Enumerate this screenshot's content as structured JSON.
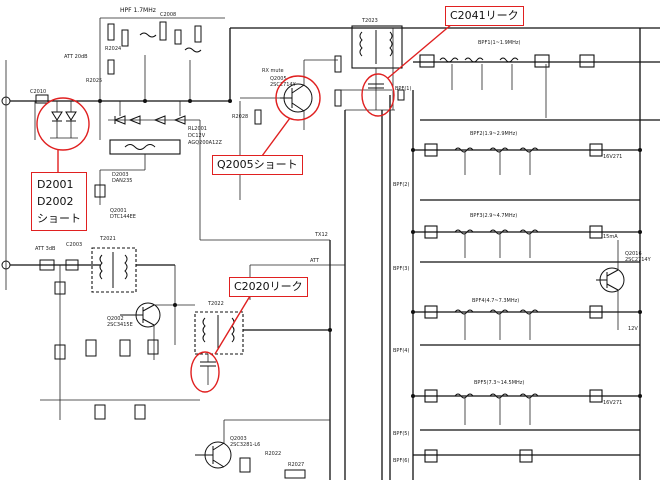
{
  "annotations": {
    "c2041": {
      "text": "C2041リーク"
    },
    "d2001": {
      "lines": [
        "D2001",
        "D2002",
        "ショート"
      ]
    },
    "q2005": {
      "text": "Q2005ショート"
    },
    "c2020": {
      "text": "C2020リーク"
    }
  },
  "schematic_labels": {
    "hpf": "HPF 1.7MHz",
    "att20": "ATT 20dB",
    "rx_mute": "RX mute",
    "q2005_part": "Q2005",
    "q2005_type": "2SC2714Y",
    "rl2001": "RL2001",
    "rl_spec": "DC12V",
    "rl_spec2": "AGQ200A12Z",
    "d2003": "D2003",
    "d2003_type": "DAN235",
    "q2001": "Q2001",
    "q2001_type": "DTC144EE",
    "t2023": "T2023",
    "tx12": "TX12",
    "att": "ATT",
    "att3db": "ATT 3dB",
    "c2003": "C2003",
    "t2021": "T2021",
    "q2002": "Q2002",
    "q2002_type": "2SC3415E",
    "t2022": "T2022",
    "q2003": "Q2003",
    "q2003_type": "2SC3281-L6",
    "r2022": "R2022",
    "r2027": "R2027",
    "bpf1": "BPF1(1~1.9MHz)",
    "bpf2": "BPF2(1.9~2.9MHz)",
    "bpf3": "BPF3(2.9~4.7MHz)",
    "bpf4": "BPF4(4.7~7.3MHz)",
    "bpf5": "BPF5(7.3~14.5MHz)",
    "q2016": "Q2016",
    "q2016_type": "2SC2714Y",
    "bpf_tag1": "BPF(1)",
    "bpf_tag2": "BPF(2)",
    "bpf_tag3": "BPF(3)",
    "bpf_tag4": "BPF(4)",
    "bpf_tag5": "BPF(5)",
    "bpf_tag6": "BPF(6)",
    "v16": "16V271",
    "v12": "12V",
    "ma": "15mA"
  },
  "colors": {
    "annotation": "#e02020",
    "ink": "#111111",
    "paper": "#ffffff"
  }
}
